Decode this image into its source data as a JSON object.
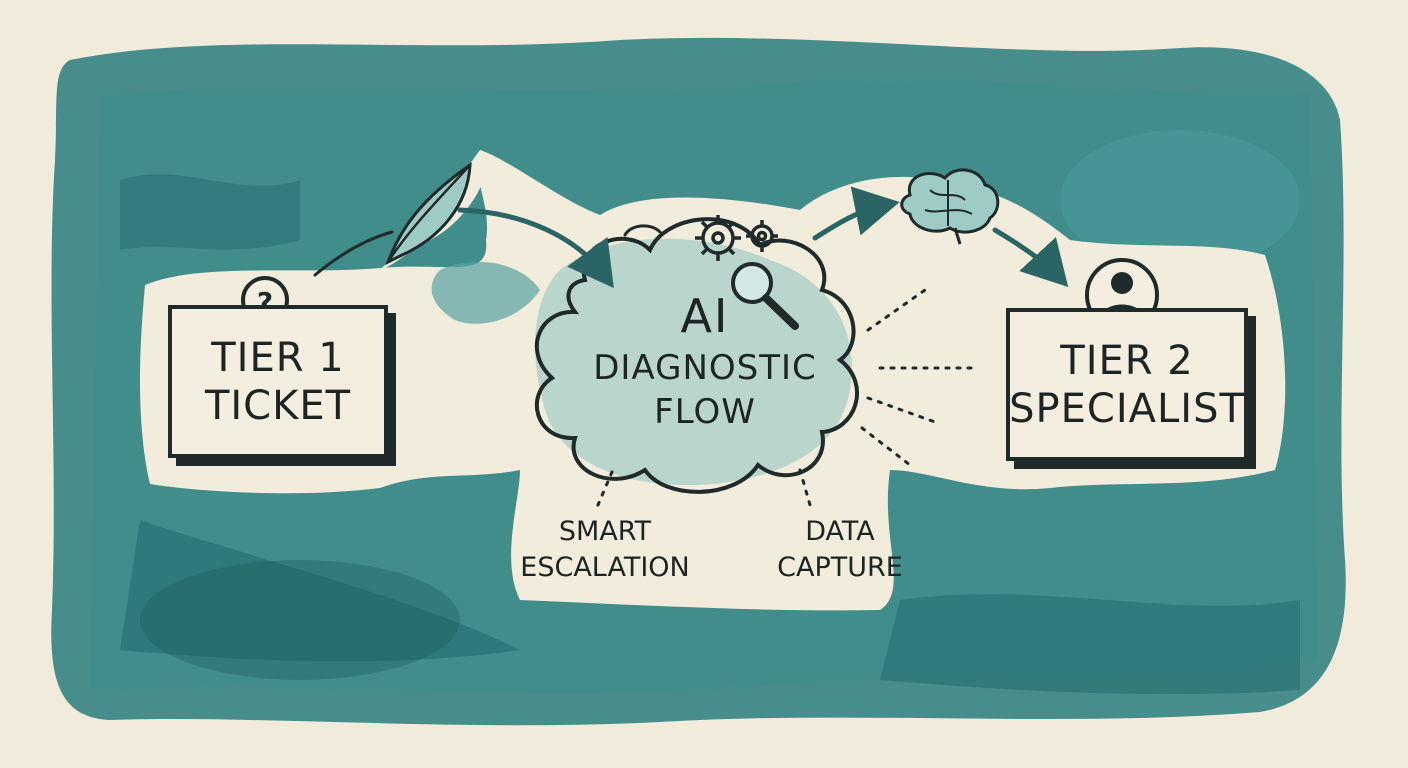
{
  "diagram": {
    "tier1": {
      "label": "TIER 1\nTICKET",
      "icon": "question-icon"
    },
    "ai_flow": {
      "title": "AI",
      "subtitle": "DIAGNOSTIC\nFLOW",
      "icons": [
        "gears-icon",
        "magnifier-icon"
      ]
    },
    "tier2": {
      "label": "TIER 2\nSPECIALIST",
      "icon": "person-icon"
    },
    "branches": {
      "left": "SMART\nESCALATION",
      "right": "DATA\nCAPTURE"
    },
    "decorations": [
      "feather-icon",
      "brain-icon"
    ]
  },
  "colors": {
    "teal": "#2e7f7f",
    "ink": "#1f2a2a",
    "paper": "#f1ebdc"
  }
}
